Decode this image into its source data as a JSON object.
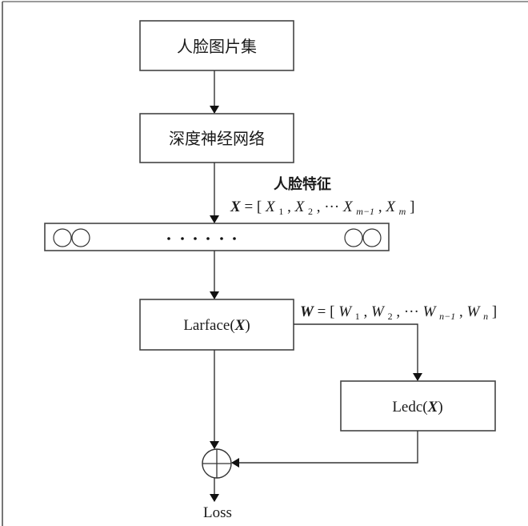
{
  "diagram": {
    "nodes": {
      "face_images": {
        "label": "人脸图片集"
      },
      "dnn": {
        "label": "深度神经网络"
      },
      "feature_vector": {
        "label": "人脸特征",
        "ellipsis": "······"
      },
      "larface": {
        "label_prefix": "Larface(",
        "label_var": "X",
        "label_suffix": ")"
      },
      "ledc": {
        "label_prefix": "Ledc(",
        "label_var": "X",
        "label_suffix": ")"
      },
      "sum": {
        "symbol": "⊕"
      },
      "output": {
        "label": "Loss"
      }
    },
    "formulas": {
      "x_vector": {
        "lhs": "X",
        "eq": " = [",
        "terms": [
          "X",
          "1",
          ", ",
          "X",
          "2",
          ", ···",
          "X",
          "m−1",
          ", ",
          "X",
          "m",
          "]"
        ]
      },
      "w_vector": {
        "lhs": "W",
        "eq": " = [",
        "terms": [
          "W",
          "1",
          ", ",
          "W",
          "2",
          ", ···",
          "W",
          "n−1",
          ", ",
          "W",
          "n",
          "]"
        ]
      }
    },
    "edges": [
      {
        "from": "face_images",
        "to": "dnn"
      },
      {
        "from": "dnn",
        "to": "feature_vector"
      },
      {
        "from": "feature_vector",
        "to": "larface"
      },
      {
        "from": "larface",
        "to": "ledc",
        "label": "W"
      },
      {
        "from": "larface",
        "to": "sum"
      },
      {
        "from": "ledc",
        "to": "sum"
      },
      {
        "from": "sum",
        "to": "output"
      }
    ]
  }
}
